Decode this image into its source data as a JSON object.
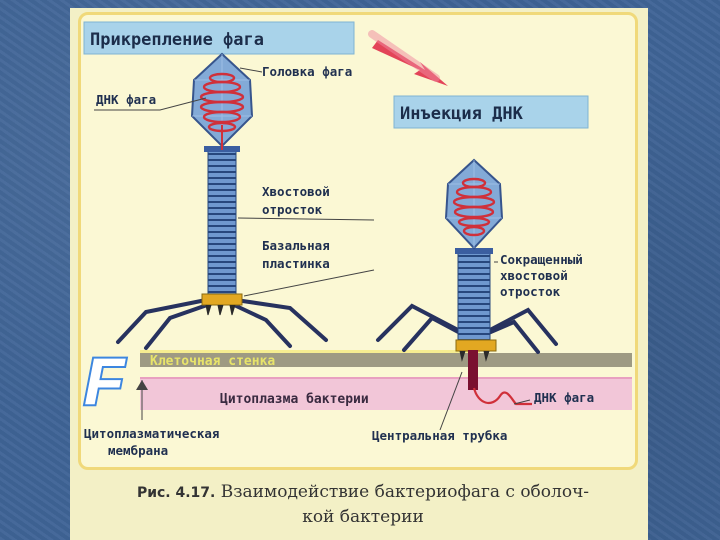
{
  "titles": {
    "attachment": "Прикрепление фага",
    "injection": "Инъекция ДНК"
  },
  "labels": {
    "phage_head": "Головка фага",
    "phage_dna_top": "ДНК фага",
    "tail_line1": "Хвостовой",
    "tail_line2": "отросток",
    "base_line1": "Базальная",
    "base_line2": "пластинка",
    "contracted_line1": "Сокращенный",
    "contracted_line2": "хвостовой",
    "contracted_line3": "отросток",
    "cell_wall": "Клеточная стенка",
    "cytoplasm": "Цитоплазма бактерии",
    "phage_dna_right": "ДНК фага",
    "membrane_line1": "Цитоплазматическая",
    "membrane_line2": "мембрана",
    "central_tube": "Центральная трубка",
    "logo_letter": "F"
  },
  "caption": {
    "number": "Рис. 4.17.",
    "line1": "Взаимодействие бактериофага с оболоч-",
    "line2": "кой бактерии"
  },
  "colors": {
    "slide_background": "#3f6496",
    "title_box": "#a9d3ea",
    "cell_wall": "#9e9a83",
    "cytoplasm": "#f2c6d8",
    "phage_head": "#7da6d8",
    "dna": "#d0303a",
    "base_plate": "#e2a822",
    "arrow": "#e0304a"
  }
}
